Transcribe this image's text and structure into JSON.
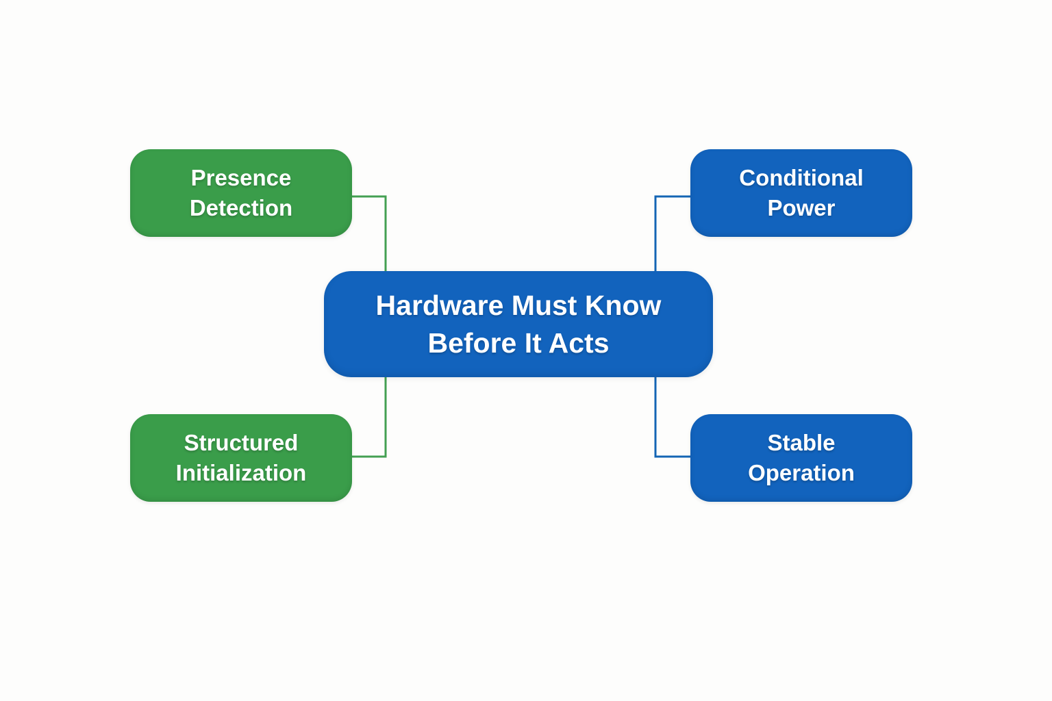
{
  "diagram": {
    "title": "Hardware Must Know Before It Acts",
    "background_color": "#fdfdfc",
    "center_node": {
      "id": "center",
      "label": "Hardware Must Know\nBefore It Acts",
      "color": "#1263bd",
      "text_color": "#ffffff"
    },
    "nodes": [
      {
        "id": "presence-detection",
        "label": "Presence\nDetection",
        "color": "#3a9d4a",
        "text_color": "#ffffff",
        "position": "top-left"
      },
      {
        "id": "conditional-power",
        "label": "Conditional\nPower",
        "color": "#1263bd",
        "text_color": "#ffffff",
        "position": "top-right"
      },
      {
        "id": "structured-initialization",
        "label": "Structured\nInitialization",
        "color": "#3a9d4a",
        "text_color": "#ffffff",
        "position": "bottom-left"
      },
      {
        "id": "stable-operation",
        "label": "Stable\nOperation",
        "color": "#1263bd",
        "text_color": "#ffffff",
        "position": "bottom-right"
      }
    ],
    "connectors": [
      {
        "from": "presence-detection",
        "to": "center",
        "color": "#44a052"
      },
      {
        "from": "conditional-power",
        "to": "center",
        "color": "#1465b4"
      },
      {
        "from": "center",
        "to": "structured-initialization",
        "color": "#44a052"
      },
      {
        "from": "center",
        "to": "stable-operation",
        "color": "#1465b4"
      }
    ]
  }
}
